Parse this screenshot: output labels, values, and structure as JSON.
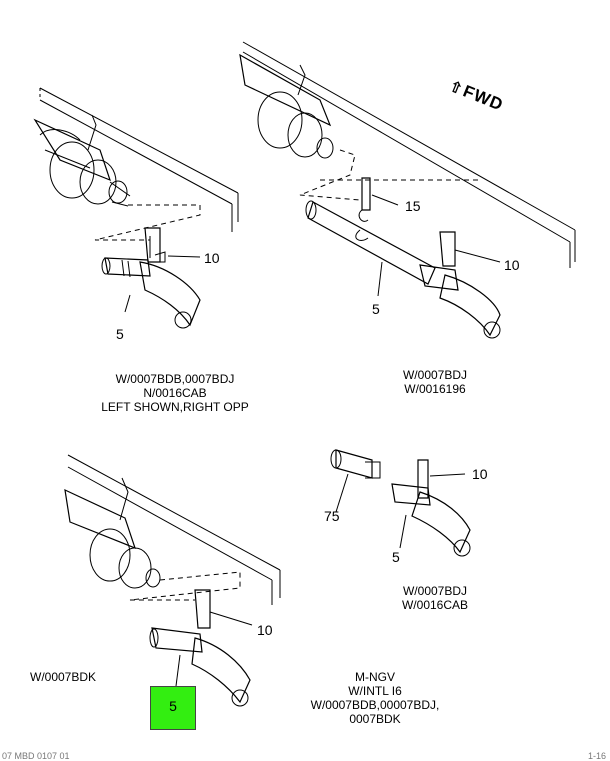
{
  "fwd_label": "FWD",
  "views": [
    {
      "caption": [
        "W/0007BDB,0007BDJ",
        "N/0016CAB",
        "LEFT SHOWN,RIGHT OPP"
      ]
    },
    {
      "caption": [
        "W/0007BDJ",
        "W/0016196"
      ]
    },
    {
      "caption": [
        "W/0007BDK"
      ]
    },
    {
      "caption": [
        "W/0007BDJ",
        "W/0016CAB"
      ]
    },
    {
      "caption": [
        "M-NGV",
        "W/INTL I6",
        "W/0007BDB,00007BDJ,",
        "0007BDK"
      ]
    }
  ],
  "callouts": {
    "v1_10": "10",
    "v1_5": "5",
    "v2_15": "15",
    "v2_10": "10",
    "v2_5": "5",
    "v3_10": "10",
    "v3_5": "5",
    "v4_10": "10",
    "v4_75": "75",
    "v4_5": "5"
  },
  "highlight_color": "#33ee11",
  "footer": {
    "left": "07 MBD 0107 01",
    "right": "1-16"
  }
}
